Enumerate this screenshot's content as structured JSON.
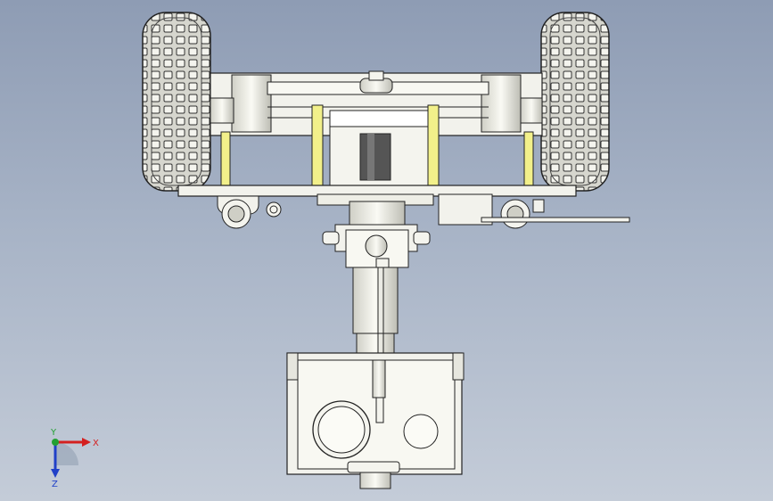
{
  "triad": {
    "x_label": "X",
    "y_label": "Y",
    "z_label": "Z",
    "x_color": "#d42020",
    "y_color": "#22a032",
    "z_color": "#2040c8"
  },
  "colors": {
    "background_top": "#8e9cb4",
    "background_bottom": "#c4ccd8",
    "part_fill": "#f2f2ec",
    "outline": "#222222",
    "tire": "#dcdcd4",
    "standoff": "#f2f08a",
    "motor": "#555555"
  }
}
